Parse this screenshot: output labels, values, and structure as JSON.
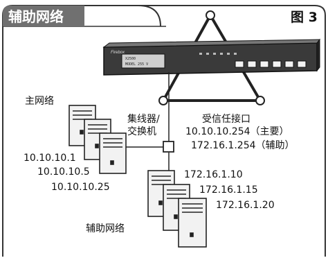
{
  "title": "辅助网络",
  "figure_label": "图 3",
  "main_network_label": "主网络",
  "main_ips": [
    "10.10.10.1",
    "10.10.10.5",
    "10.10.10.25"
  ],
  "hub_label": [
    "集线器/",
    "交换机"
  ],
  "trusted_interface": {
    "label": "受信任接口",
    "ip_primary": "10.10.10.254（主要）",
    "ip_secondary": "172.16.1.254（辅助）"
  },
  "secondary_ips": [
    "172.16.1.10",
    "172.16.1.15",
    "172.16.1.20"
  ],
  "secondary_network_label": "辅助网络",
  "device": {
    "brand": "Firebox",
    "lcd_lines": [
      "X2500",
      "MODEL 255 V"
    ]
  },
  "colors": {
    "tab": "#707070",
    "frame": "#333333",
    "server_fill": "#f2f2f2",
    "device_body": "#3a3a3a"
  }
}
